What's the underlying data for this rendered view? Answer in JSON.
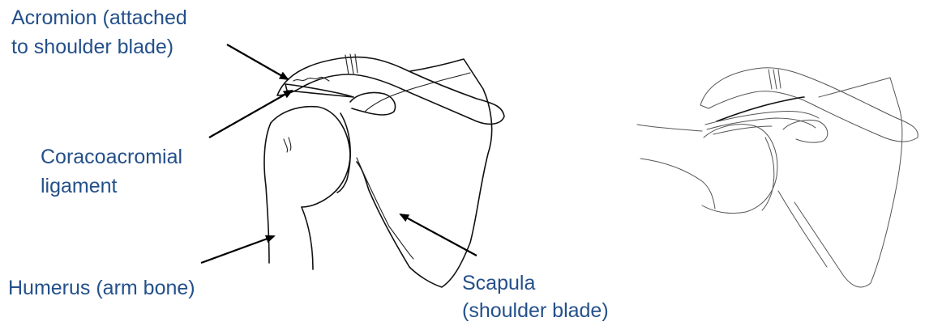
{
  "labels": {
    "acromion_line1": "Acromion (attached",
    "acromion_line2": "to shoulder blade)",
    "coraco_line1": "Coracoacromial",
    "coraco_line2": "ligament",
    "humerus": "Humerus (arm bone)",
    "scapula_line1": "Scapula",
    "scapula_line2": "(shoulder blade)"
  },
  "colors": {
    "label_text": "#24508a",
    "line_art": "#111111",
    "arrows": "#000000"
  }
}
